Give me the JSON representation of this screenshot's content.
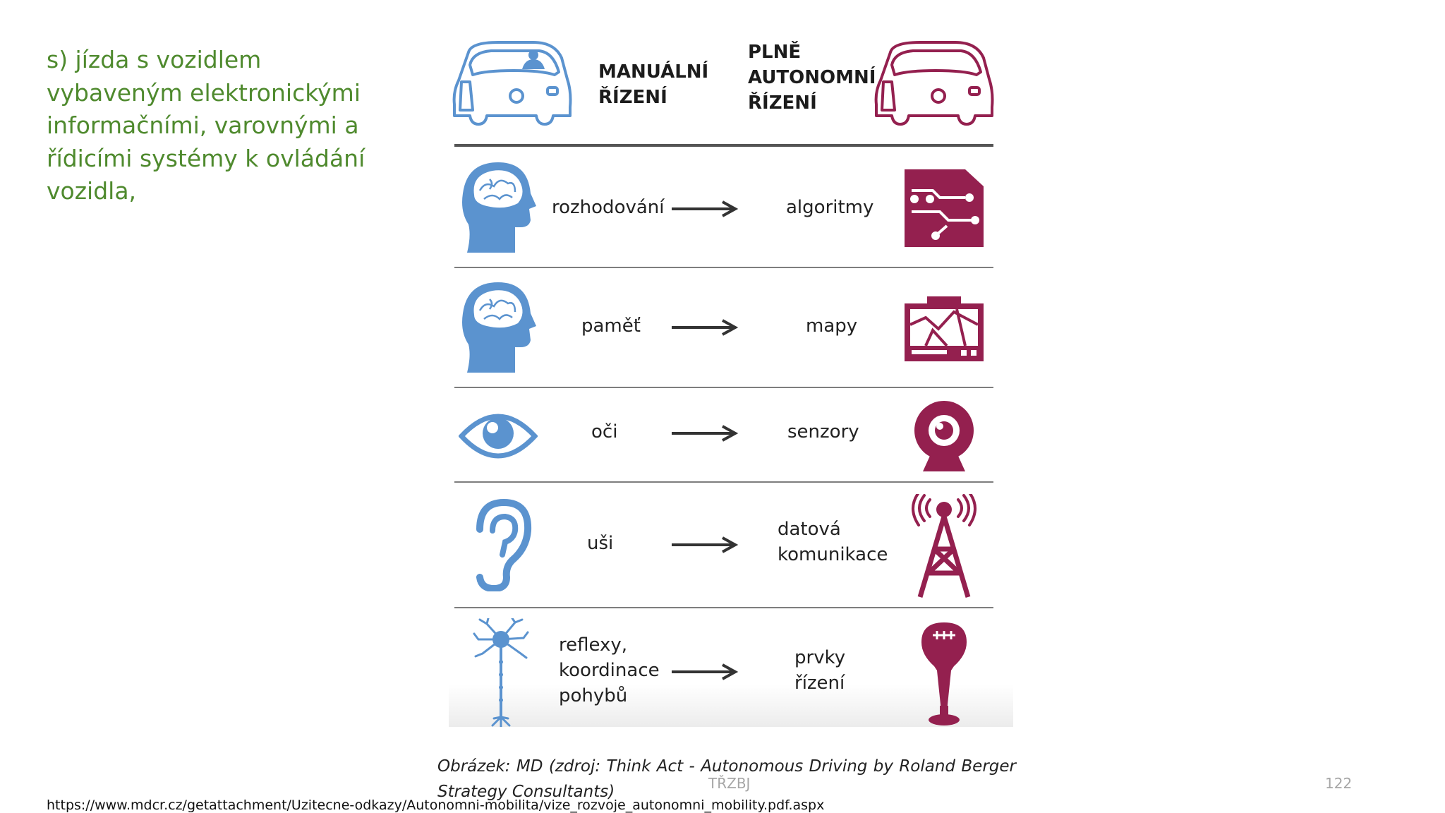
{
  "side_text": "s) jízda s vozidlem vybaveným elektronickými informačními, varovnými a řídicími systémy k ovládání vozidla,",
  "diagram": {
    "manual_heading": [
      "MANUÁLNÍ",
      "ŘÍZENÍ"
    ],
    "auto_heading": [
      "PLNĚ",
      "AUTONOMNÍ",
      "ŘÍZENÍ"
    ],
    "rows": [
      {
        "human": [
          "rozhodování"
        ],
        "machine": [
          "algoritmy"
        ],
        "human_icon": "brain-head-icon",
        "machine_icon": "circuit-chip-icon"
      },
      {
        "human": [
          "paměť"
        ],
        "machine": [
          "mapy"
        ],
        "human_icon": "brain-head-icon",
        "machine_icon": "navigation-map-icon"
      },
      {
        "human": [
          "oči"
        ],
        "machine": [
          "senzory"
        ],
        "human_icon": "eye-icon",
        "machine_icon": "camera-sensor-icon"
      },
      {
        "human": [
          "uši"
        ],
        "machine": [
          "datová",
          "komunikace"
        ],
        "human_icon": "ear-icon",
        "machine_icon": "radio-tower-icon"
      },
      {
        "human": [
          "reflexy,",
          "koordinace",
          "pohybů"
        ],
        "machine": [
          "prvky",
          "řízení"
        ],
        "human_icon": "neuron-icon",
        "machine_icon": "gear-stick-icon"
      }
    ],
    "manual_car_icon": "car-with-driver-icon",
    "auto_car_icon": "driverless-car-icon"
  },
  "caption_line1": "Obrázek: MD (zdroj: Think Act - Autonomous Driving by Roland Berger",
  "caption_line2": "Strategy Consultants)",
  "footer_center": "TŘZBJ",
  "page_number": "122",
  "source_url": "https://www.mdcr.cz/getattachment/Uzitecne-odkazy/Autonomni-mobilita/vize_rozvoje_autonomni_mobility.pdf.aspx",
  "colors": {
    "human_blue": "#5b93cf",
    "machine_purple": "#94204f",
    "text_green": "#4f8a2e"
  }
}
